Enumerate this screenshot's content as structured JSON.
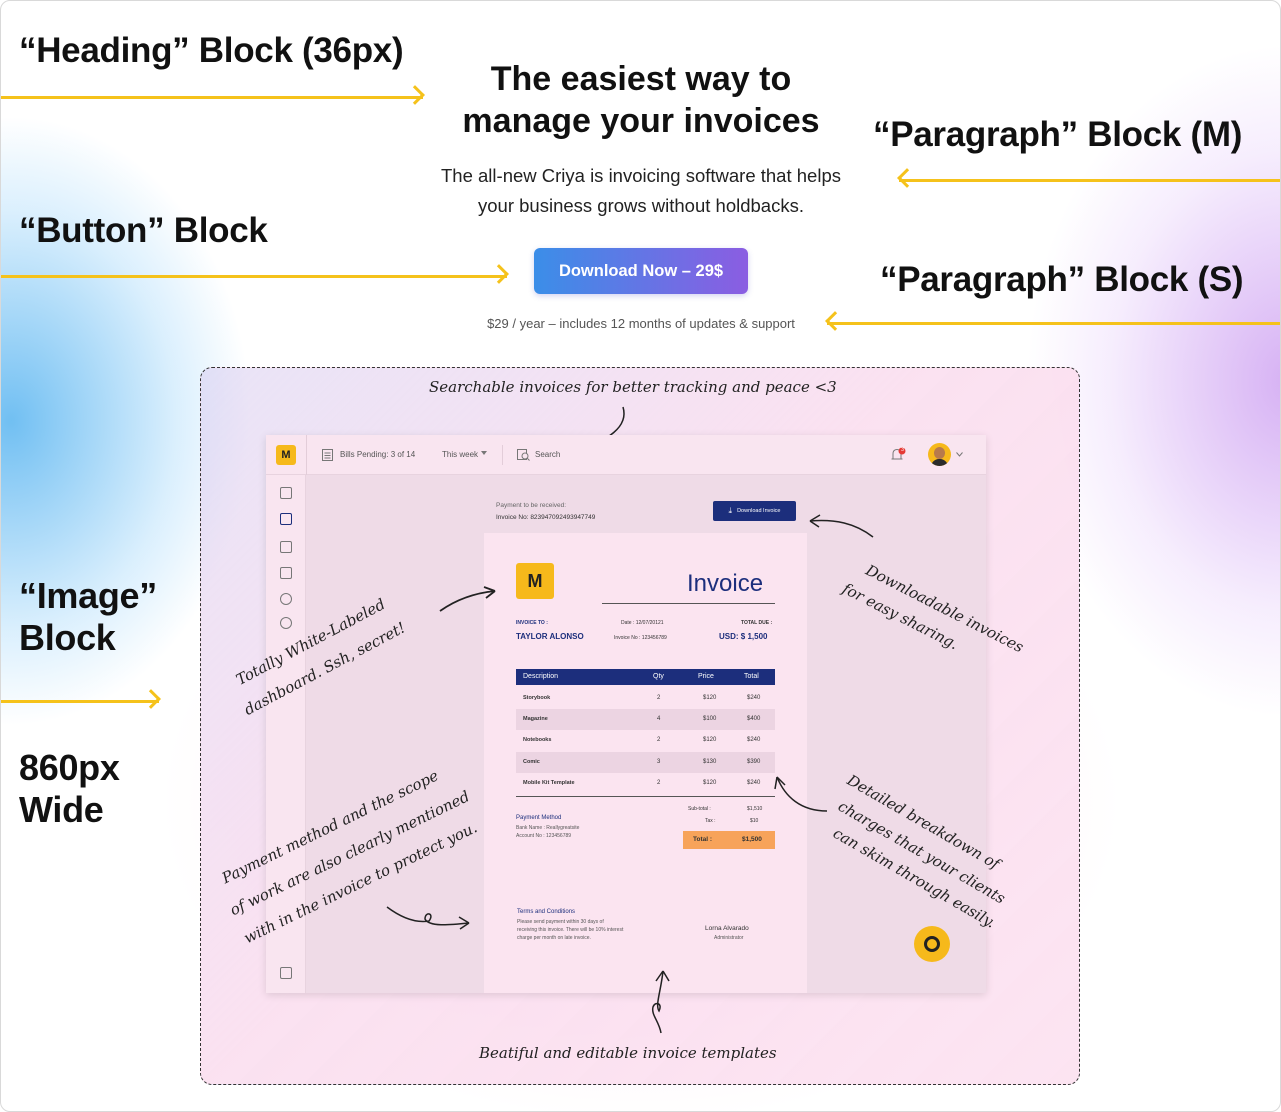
{
  "labels": {
    "heading": "“Heading” Block (36px)",
    "paragraph_m": "“Paragraph” Block (M)",
    "button": "“Button” Block",
    "paragraph_s": "“Paragraph” Block (S)",
    "image_line1": "“Image”",
    "image_line2": "Block",
    "width_line1": "860px",
    "width_line2": "Wide"
  },
  "hero": {
    "title_line1": "The easiest way to",
    "title_line2": "manage your invoices",
    "para_line1": "The all-new Criya is invoicing software that helps",
    "para_line2": "your business grows without holdbacks.",
    "cta_label": "Download Now – 29$",
    "note": "$29 / year – includes 12 months of updates & support"
  },
  "annotations": {
    "search": "Searchable invoices for better tracking and peace <3",
    "download_line1": "Downloadable invoices",
    "download_line2": "for easy sharing.",
    "whitelabel_line1": "Totally White-Labeled",
    "whitelabel_line2": "dashboard. Ssh, secret!",
    "breakdown_line1": "Detailed breakdown of",
    "breakdown_line2": "charges that your clients",
    "breakdown_line3": "can skim through easily.",
    "payment_line1": "Payment method and the scope",
    "payment_line2": "of work are also clearly mentioned",
    "payment_line3": "with in the invoice to protect you.",
    "templates": "Beatiful and editable invoice templates"
  },
  "app": {
    "logo_glyph": "M",
    "bills_pending": "Bills Pending: 3 of 14",
    "period": "This week",
    "search_placeholder": "Search",
    "notif_count": "3",
    "payment_label": "Payment to be received:",
    "invoice_no_line": "Invoice No: 823947092493947749",
    "download_btn": "Download Invoice",
    "invoice": {
      "title": "Invoice",
      "invoice_to_label": "INVOICE TO :",
      "client": "TAYLOR ALONSO",
      "date": "Date : 12/07/20121",
      "invoice_no": "Invoice No : 123456789",
      "total_due_label": "TOTAL DUE :",
      "total_due": "USD: $ 1,500",
      "columns": [
        "Description",
        "Qty",
        "Price",
        "Total"
      ],
      "rows": [
        [
          "Storybook",
          "2",
          "$120",
          "$240"
        ],
        [
          "Magazine",
          "4",
          "$100",
          "$400"
        ],
        [
          "Notebooks",
          "2",
          "$120",
          "$240"
        ],
        [
          "Comic",
          "3",
          "$130",
          "$390"
        ],
        [
          "Mobile Kit Template",
          "2",
          "$120",
          "$240"
        ]
      ],
      "subtotal_label": "Sub-total :",
      "subtotal": "$1,510",
      "tax_label": "Tax :",
      "tax": "$10",
      "total_label": "Total :",
      "total": "$1,500",
      "payment_method_label": "Payment Method",
      "bank_name": "Bank Name : Reallygreatsite",
      "account_no": "Account No : 123456789",
      "terms_title": "Terms  and Conditions",
      "terms_line1": "Please send payment within 30 days of",
      "terms_line2": "receiving this invoice. There will be 10% interest",
      "terms_line3": "charge per month on late invoice.",
      "signer_name": "Lorna Alvarado",
      "signer_role": "Administrator"
    }
  },
  "colors": {
    "accent_yellow": "#f5c21b",
    "navy": "#1c2e7c",
    "cta_start": "#3b8ee8",
    "cta_end": "#8b5de2"
  },
  "icons": [
    "menu-icon",
    "chevron-down-icon",
    "search-icon",
    "bell-icon",
    "avatar",
    "dashboard-icon",
    "invoice-icon",
    "mail-icon",
    "calendar-icon",
    "cloud-icon",
    "gear-icon",
    "logout-icon",
    "download-icon",
    "support-icon"
  ]
}
